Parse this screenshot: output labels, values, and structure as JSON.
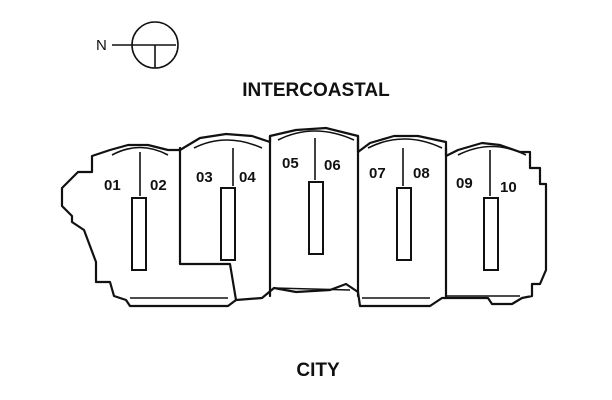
{
  "compass": {
    "label": "N"
  },
  "top_label": "INTERCOASTAL",
  "bottom_label": "CITY",
  "units": [
    "01",
    "02",
    "03",
    "04",
    "05",
    "06",
    "07",
    "08",
    "09",
    "10"
  ]
}
